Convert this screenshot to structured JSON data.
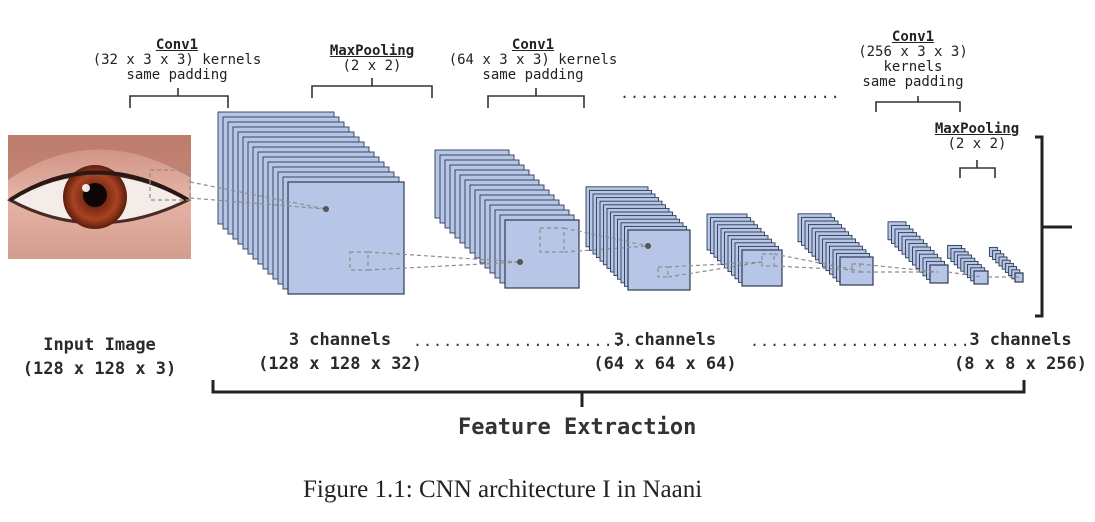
{
  "annotations": {
    "conv1_a": {
      "title": "Conv1",
      "line1": "(32 x 3 x 3) kernels",
      "line2": "same padding"
    },
    "maxpool_a": {
      "title": "MaxPooling",
      "line1": "(2 x 2)"
    },
    "conv1_b": {
      "title": "Conv1",
      "line1": "(64 x 3 x 3) kernels",
      "line2": "same padding"
    },
    "conv1_c": {
      "title": "Conv1",
      "line1": "(256 x 3 x 3)",
      "line2": "kernels",
      "line3": "same padding"
    },
    "maxpool_b": {
      "title": "MaxPooling",
      "line1": "(2 x 2)"
    },
    "top_dots": "......................"
  },
  "input": {
    "title": "Input Image",
    "dims": "(128 x 128 x 3)"
  },
  "stages": [
    {
      "title": "3 channels",
      "dims": "(128 x 128 x 32)"
    },
    {
      "title": "3 channels",
      "dims": "(64 x 64 x 64)"
    },
    {
      "title": "3 channels",
      "dims": "(8 x 8 x 256)"
    }
  ],
  "separators": [
    "......................",
    "......................"
  ],
  "bracket_label": "Feature Extraction",
  "caption": "Figure 1.1: CNN architecture I in Naani",
  "colors": {
    "layer_fill": "#b7c6e6",
    "layer_stroke": "#2c3a55",
    "dashed": "#8d8d8d",
    "bracket": "#222222"
  }
}
